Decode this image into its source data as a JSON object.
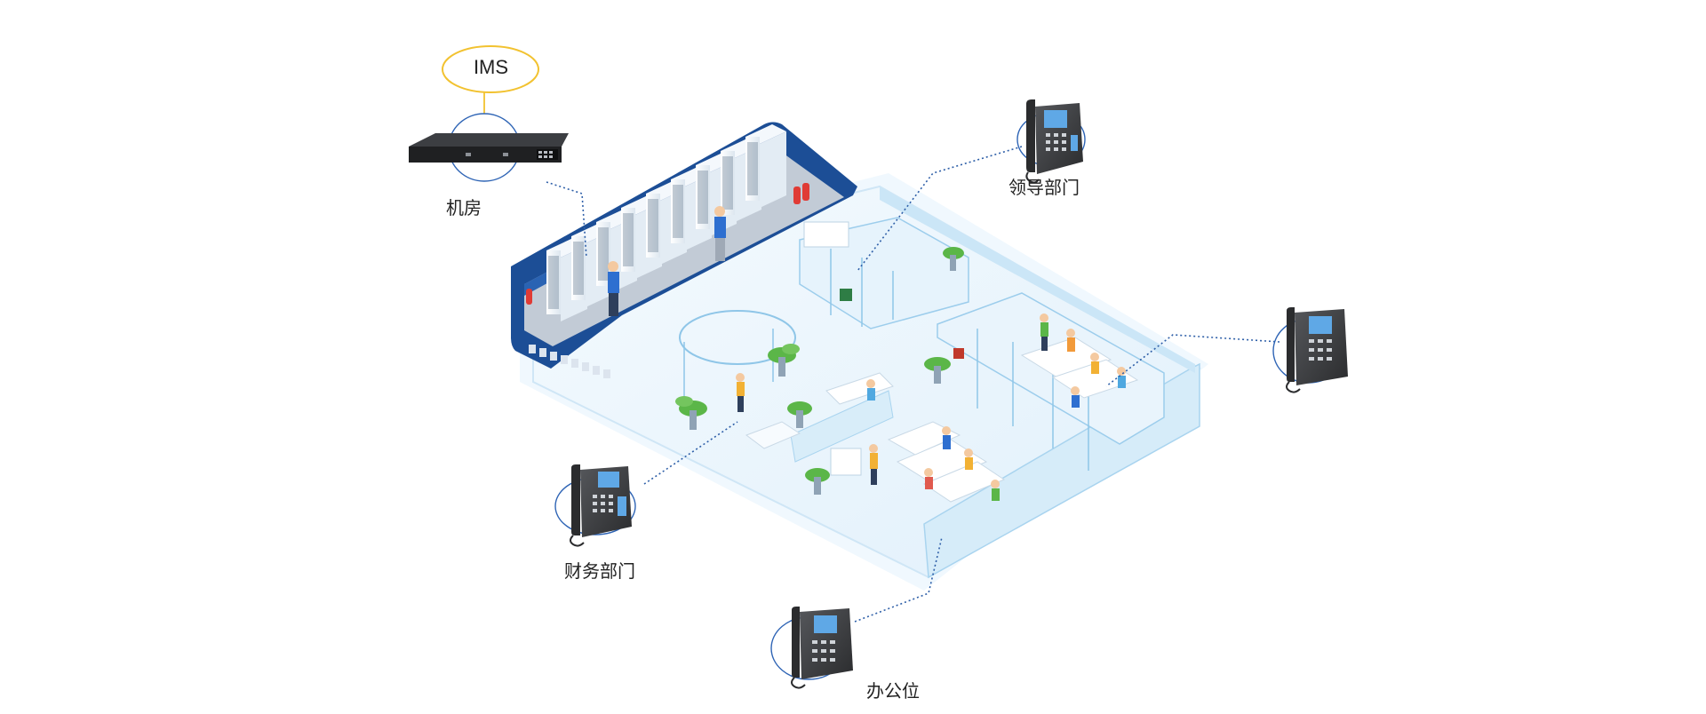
{
  "nodes": {
    "ims": {
      "label": "IMS",
      "color": "#F2C230"
    },
    "server_room": {
      "label": "机房"
    },
    "leadership": {
      "label": "领导部门"
    },
    "finance": {
      "label": "财务部门"
    },
    "workstation": {
      "label": "办公位"
    },
    "unlabeled_phone": {
      "label": ""
    }
  },
  "colors": {
    "link": "#2E5FA8",
    "ring": "#2E64B5",
    "office_floor": "#EAF5FD",
    "office_glass": "#BFE2F6",
    "server_wall": "#1C4E96",
    "phone_body": "#3A3A3C"
  },
  "icons": [
    "gateway-device-icon",
    "ip-phone-icon",
    "server-rack-icon",
    "plant-icon",
    "person-icon",
    "fire-extinguisher-icon"
  ]
}
